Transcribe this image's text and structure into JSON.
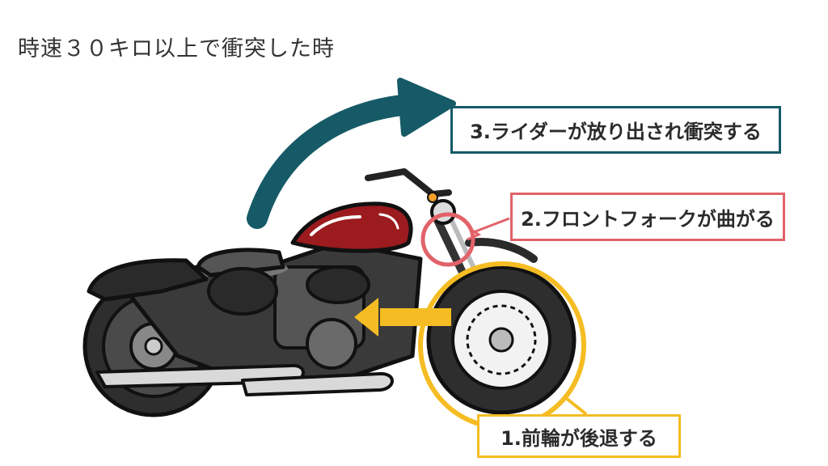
{
  "title": "時速３０キロ以上で衝突した時",
  "callouts": {
    "front_wheel": "1.前輪が後退する",
    "front_fork": "2.フロントフォークが曲がる",
    "rider": "3.ライダーが放り出され衝突する"
  },
  "colors": {
    "yellow": "#f5bd23",
    "red": "#e2626a",
    "teal": "#155a66",
    "tank": "#9b1b1f",
    "body": "#3a3a3a"
  }
}
